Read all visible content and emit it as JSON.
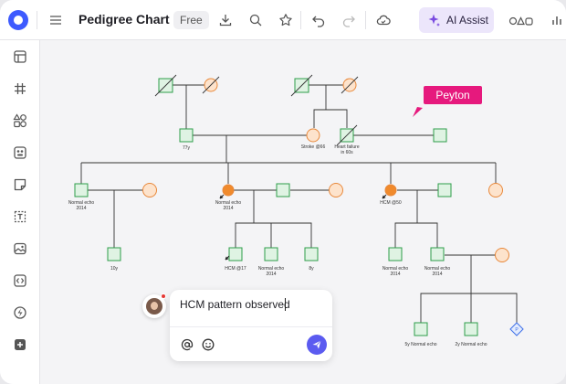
{
  "header": {
    "title": "Pedigree Chart",
    "plan_badge": "Free",
    "ai_button_label": "AI Assist",
    "icons": [
      "logo-icon",
      "menu-icon",
      "download-icon",
      "search-icon",
      "star-icon",
      "undo-icon",
      "redo-icon",
      "cloud-icon",
      "sparkle-icon",
      "shapes-icon",
      "chart-icon"
    ]
  },
  "sidebar": {
    "icons": [
      "layout-icon",
      "grid-icon",
      "shapes-icon",
      "components-icon",
      "sticky-note-icon",
      "text-frame-icon",
      "image-icon",
      "code-icon",
      "plugin-icon",
      "add-icon"
    ]
  },
  "colors": {
    "accent": "#3d5afe",
    "male_stroke": "#2e9e4a",
    "male_fill": "#dff3e3",
    "female_stroke": "#e8883a",
    "female_fill": "#fde3cc",
    "affected_female": "#f08a2c",
    "cursor_tag": "#e6197d",
    "send_button": "#5b5bf0",
    "unknown_stroke": "#3d6fe8"
  },
  "pedigree": {
    "labels": {
      "gp_left_child": "77y",
      "stroke": "Stroke @66",
      "heart_failure": "Heart failure",
      "heart_failure_age": "in 60s",
      "normal_echo": "Normal echo",
      "year_2014": "2014",
      "hcm_50": "HCM @50",
      "age_10": "10y",
      "hcm_17": "HCM @17",
      "age_8": "8y",
      "normal_echo_5y": "5y Normal echo",
      "normal_echo_2y": "2y Normal echo",
      "unknown_symbol": "P"
    }
  },
  "collaborator": {
    "name": "Peyton"
  },
  "comment": {
    "text": "HCM pattern observed"
  }
}
